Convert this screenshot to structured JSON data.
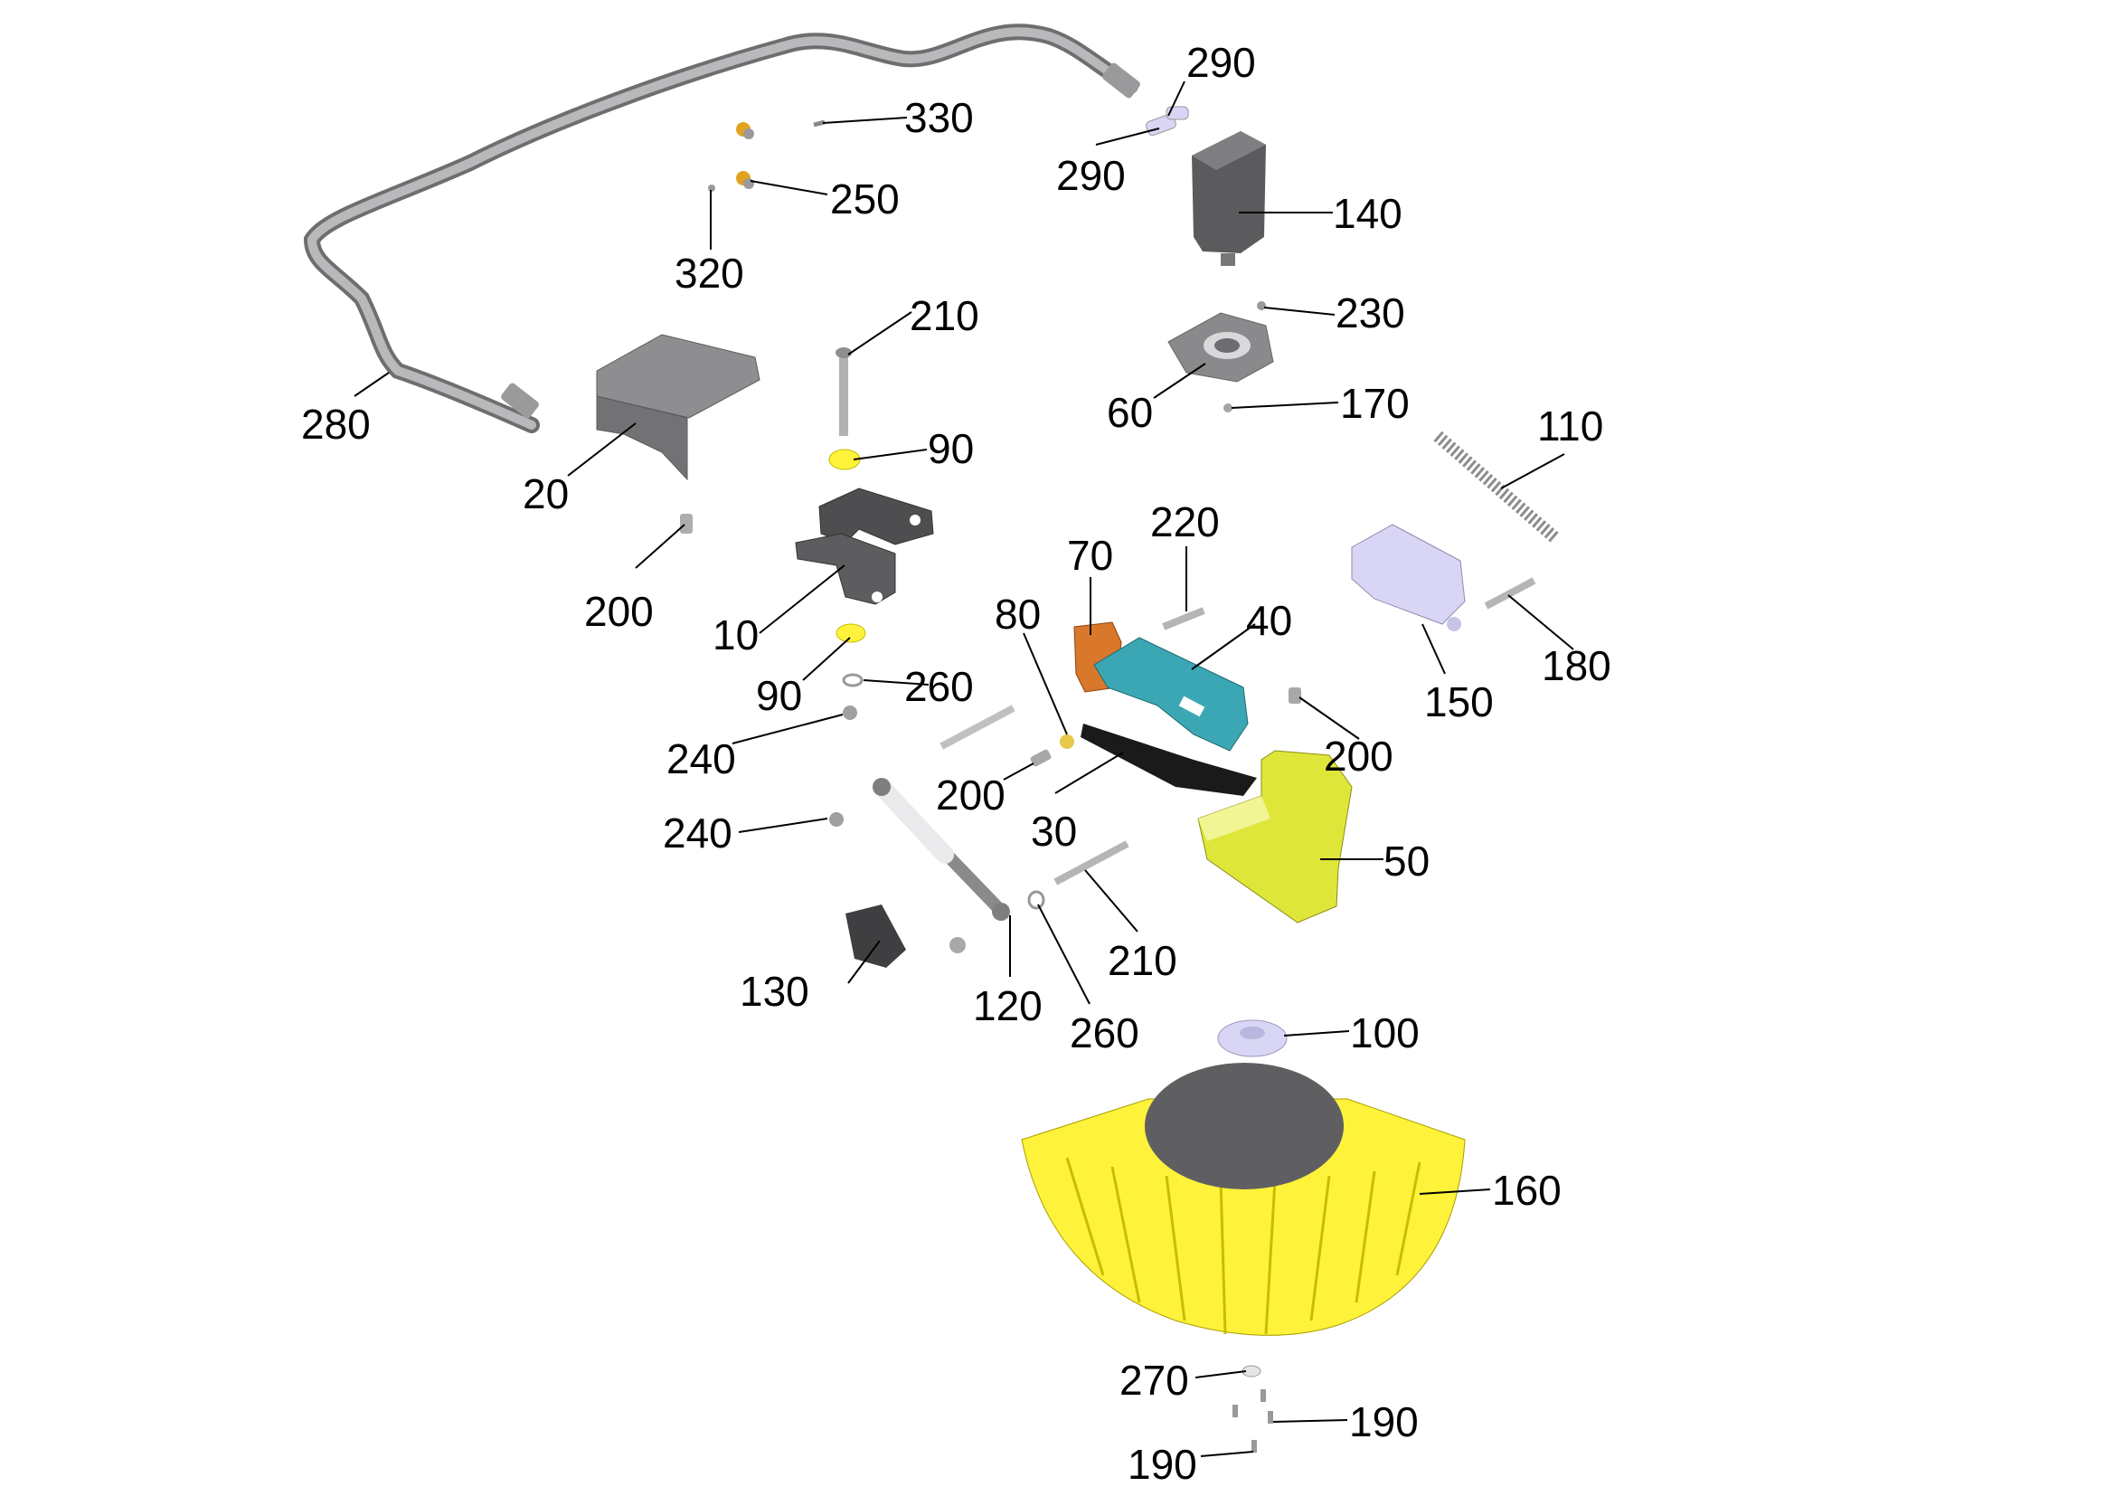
{
  "callouts": {
    "c280": "280",
    "c330": "330",
    "c250": "250",
    "c320": "320",
    "c290a": "290",
    "c290b": "290",
    "c140": "140",
    "c230": "230",
    "c60": "60",
    "c170": "170",
    "c210a": "210",
    "c90a": "90",
    "c20": "20",
    "c200a": "200",
    "c10": "10",
    "c90b": "90",
    "c260a": "260",
    "c240a": "240",
    "c240b": "240",
    "c200b": "200",
    "c30": "30",
    "c80": "80",
    "c70": "70",
    "c220": "220",
    "c40": "40",
    "c110": "110",
    "c150": "150",
    "c180": "180",
    "c200c": "200",
    "c50": "50",
    "c210b": "210",
    "c130": "130",
    "c120": "120",
    "c260b": "260",
    "c100": "100",
    "c160": "160",
    "c270": "270",
    "c190a": "190",
    "c190b": "190"
  },
  "colors": {
    "steel_gray": "#7a7a7c",
    "light_gray": "#c6c6c8",
    "bright_yellow": "#fff23a",
    "lime_yellow": "#dfe63a",
    "teal": "#3ba7b5",
    "orange": "#d9772a",
    "lavender": "#d9d6f5",
    "black": "#1a1a1a"
  }
}
